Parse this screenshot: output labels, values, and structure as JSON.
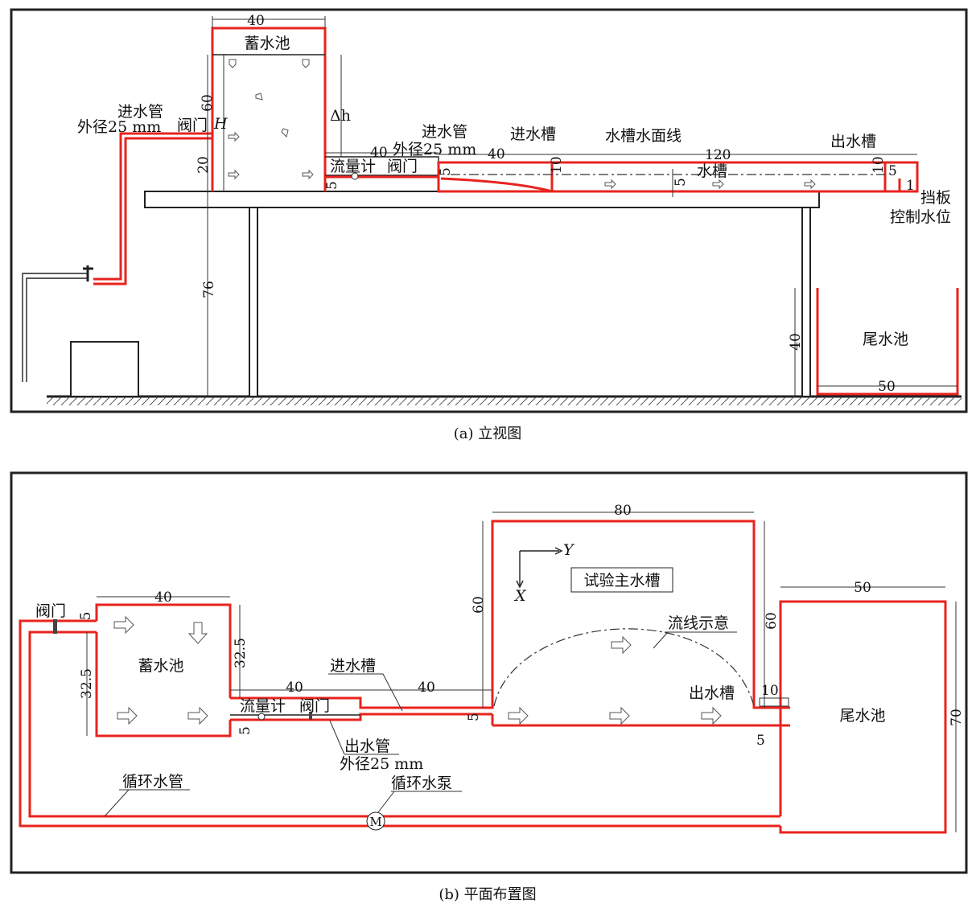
{
  "elevation": {
    "caption": "(a) 立视图",
    "reservoir": "蓄水池",
    "inlet_pipe": "进水管",
    "pipe_diameter": "外径25 mm",
    "valve": "阀门",
    "H": "H",
    "delta_h": "Δh",
    "inlet_pipe_2": "进水管",
    "pipe_diameter_2": "外径25 mm",
    "flowmeter": "流量计",
    "valve_2": "阀门",
    "inlet_channel": "进水槽",
    "water_surface": "水槽水面线",
    "flume": "水槽",
    "outlet_channel": "出水槽",
    "baffle": "挡板",
    "control_level": "控制水位",
    "tail_basin": "尾水池",
    "dims": {
      "res_width": "40",
      "res_height": "60",
      "pipe_height": "20",
      "table_height": "76",
      "d40a": "40",
      "d40b": "40",
      "flume_len": "120",
      "d5a": "5",
      "d5b": "5",
      "d10a": "10",
      "d5c": "5",
      "d10b": "10",
      "d5d": "5",
      "d1": "1",
      "tail_height": "40",
      "tail_width": "50"
    }
  },
  "plan": {
    "caption": "(b) 平面布置图",
    "reservoir": "蓄水池",
    "valve": "阀门",
    "flowmeter": "流量计",
    "valve_2": "阀门",
    "inlet_channel": "进水槽",
    "outlet_pipe": "出水管",
    "pipe_diameter": "外径25 mm",
    "main_flume": "试验主水槽",
    "streamline": "流线示意",
    "outlet_channel": "出水槽",
    "tail_basin": "尾水池",
    "circ_pipe": "循环水管",
    "pump": "循环水泵",
    "pump_symbol": "M",
    "axis_x": "X",
    "axis_y": "Y",
    "dims": {
      "res_width": "40",
      "d5": "5",
      "res_h_left": "32.5",
      "res_h_right": "32.5",
      "d40a": "40",
      "d40b": "40",
      "d5b": "5",
      "d5c": "5",
      "flume_width": "80",
      "flume_h_left": "60",
      "flume_h_right": "60",
      "d10": "10",
      "d5d": "5",
      "tail_width": "50",
      "tail_height": "70"
    }
  }
}
